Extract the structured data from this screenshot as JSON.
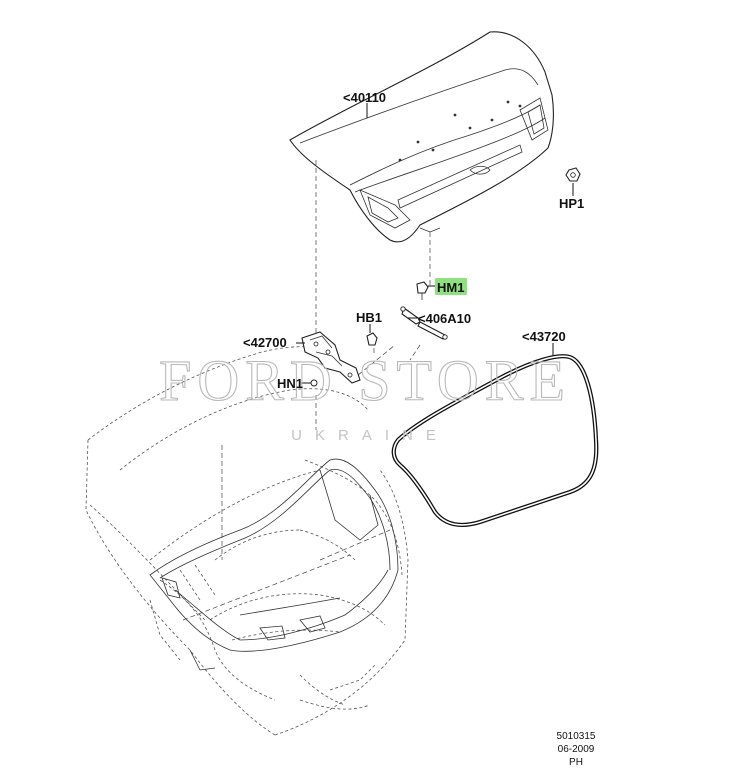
{
  "labels": {
    "decklid": "<40110",
    "nut_hp1": "HP1",
    "bolt_hm1": "HM1",
    "bolt_hb1": "HB1",
    "strut": "<406A10",
    "hinge": "<42700",
    "nut_hn1": "HN1",
    "weatherstrip": "<43720"
  },
  "highlight_color": "#8fe07e",
  "watermark": {
    "main": "FORD STORE",
    "sub": "UKRAINE"
  },
  "footer": {
    "code": "5010315",
    "date": "06-2009",
    "initials": "PH"
  }
}
